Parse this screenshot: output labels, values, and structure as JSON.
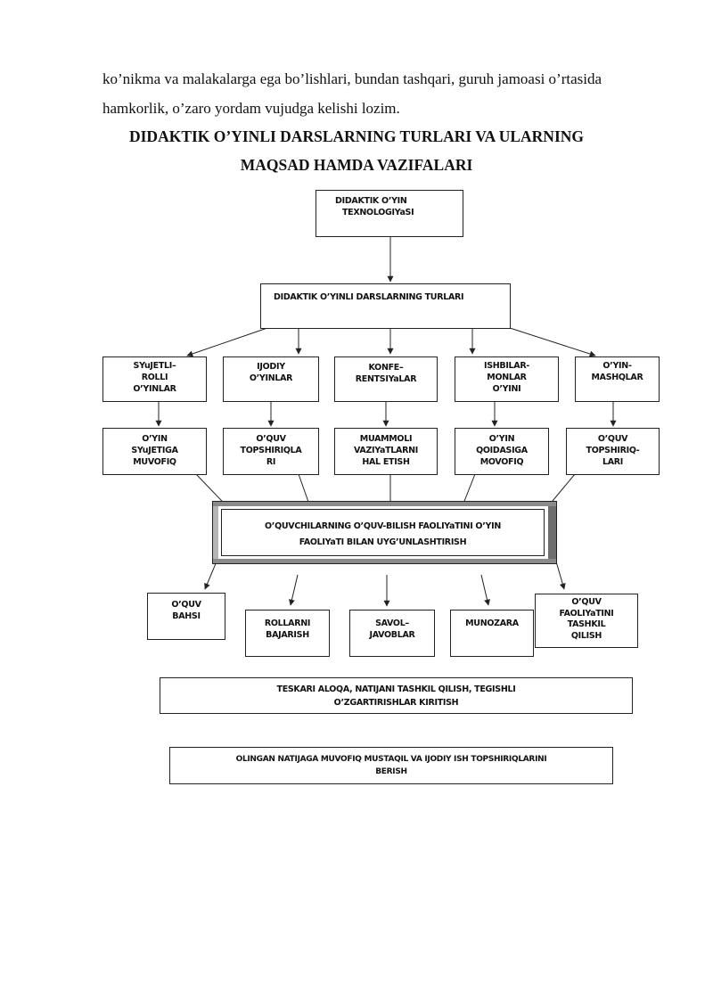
{
  "paragraph": {
    "line1": "ko’nikma va malakalarga ega bo’lishlari, bundan tashqari, guruh jamoasi o’rtasida",
    "line2": "hamkorlik, o’zaro yordam vujudga kelishi lozim."
  },
  "heading": {
    "line1": "DIDAKTIK O’YINLI DARSLARNING TURLARI VA ULARNING",
    "line2": "MAQSAD HAMDA VAZIFALARI"
  },
  "diagram": {
    "root": {
      "line1": "DIDAKTIK O’YIN",
      "line2": "TEXNOLOGIYaSI"
    },
    "types_title": "DIDAKTIK O’YINLI DARSLARNING TURLARI",
    "types": [
      {
        "lines": [
          "SYuJETLI–",
          "ROLLI",
          "O’YINLAR"
        ]
      },
      {
        "lines": [
          "IJODIY",
          "O’YINLAR"
        ]
      },
      {
        "lines": [
          "KONFE–",
          "RENTSIYaLAR"
        ]
      },
      {
        "lines": [
          "ISHBILAR-",
          "MONLAR",
          "O’YINI"
        ]
      },
      {
        "lines": [
          "O’YIN-",
          "MASHQLAR"
        ]
      }
    ],
    "goals": [
      {
        "lines": [
          "O’YIN",
          "SYuJETIGA",
          "MUVOFIQ"
        ]
      },
      {
        "lines": [
          "O’QUV",
          "TOPSHIRIQLA",
          "RI"
        ]
      },
      {
        "lines": [
          "MUAMMOLI",
          "VAZIYaTLARNI",
          "HAL ETISH"
        ]
      },
      {
        "lines": [
          "O’YIN",
          "QOIDASIGA",
          "MOVOFIQ"
        ]
      },
      {
        "lines": [
          "O’QUV",
          "TOPSHIRIQ-",
          "LARI"
        ]
      }
    ],
    "central": {
      "line1": "O’QUVCHILARNING O’QUV-BILISH FAOLIYaTINI O’YIN",
      "line2": "FAOLIYaTI BILAN UYG’UNLASHTIRISH"
    },
    "activities": [
      {
        "lines": [
          "O’QUV",
          "BAHSI"
        ]
      },
      {
        "lines": [
          "ROLLARNI",
          "BAJARISH"
        ]
      },
      {
        "lines": [
          "SAVOL–",
          "JAVOBLAR"
        ]
      },
      {
        "lines": [
          "MUNOZARA"
        ]
      },
      {
        "lines": [
          "O’QUV",
          "FAOLIYaTINI",
          "TASHKIL",
          "QILISH"
        ]
      }
    ],
    "feedback": {
      "line1": "TESKARI ALOQA, NATIJANI TASHKIL QILISH, TEGISHLI",
      "line2": "O’ZGARTIRISHLAR KIRITISH"
    },
    "final": {
      "line1": "OLINGAN NATIJAGA MUVOFIQ MUSTAQIL VA IJODIY ISH TOPSHIRIQLARINI",
      "line2": "BERISH"
    }
  }
}
